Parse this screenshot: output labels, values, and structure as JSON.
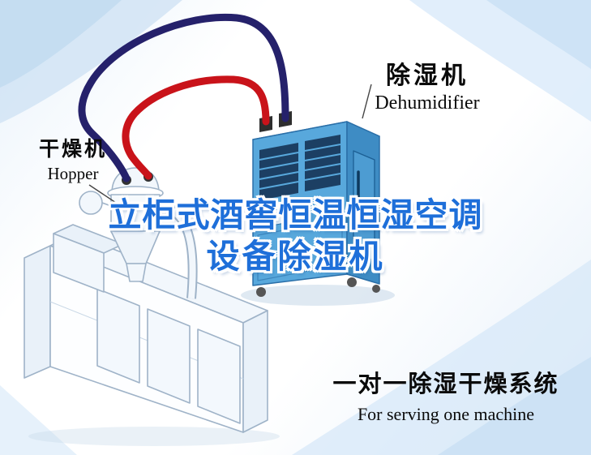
{
  "title": {
    "line1": "立柜式酒窖恒温恒湿空调",
    "line2": "设备除湿机"
  },
  "labels": {
    "dehumidifier_cn": "除湿机",
    "dehumidifier_en": "Dehumidifier",
    "hopper_cn": "干燥机",
    "hopper_en": "Hopper"
  },
  "footer": {
    "cn": "一对一除湿干燥系统",
    "en": "For serving one machine"
  },
  "colors": {
    "title_blue": "#1e6fd9",
    "pipe_red": "#c9131a",
    "pipe_navy": "#25216b",
    "machine_blue": "#58a8dc",
    "machine_blue_dark": "#3e8cc4",
    "machine_blue_top": "#8ec6ea",
    "line_art": "#9fb3c8",
    "swoosh": "#cfe2f4"
  }
}
